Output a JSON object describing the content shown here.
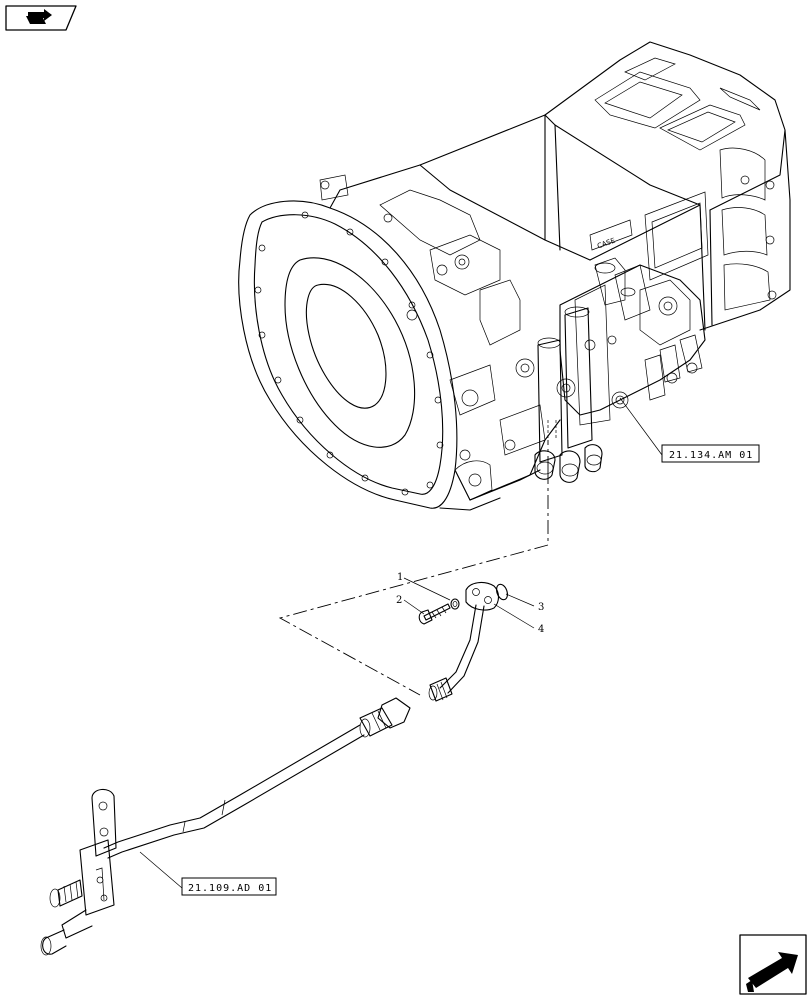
{
  "callouts": [
    {
      "label": "1"
    },
    {
      "label": "2"
    },
    {
      "label": "3"
    },
    {
      "label": "4"
    }
  ],
  "references": [
    {
      "label": "21.134.AM 01"
    },
    {
      "label": "21.109.AD 01"
    }
  ],
  "icons": {
    "top_left": "book-arrow-icon",
    "bottom_right": "next-page-arrow-icon"
  },
  "colors": {
    "line": "#000000",
    "background": "#ffffff"
  }
}
